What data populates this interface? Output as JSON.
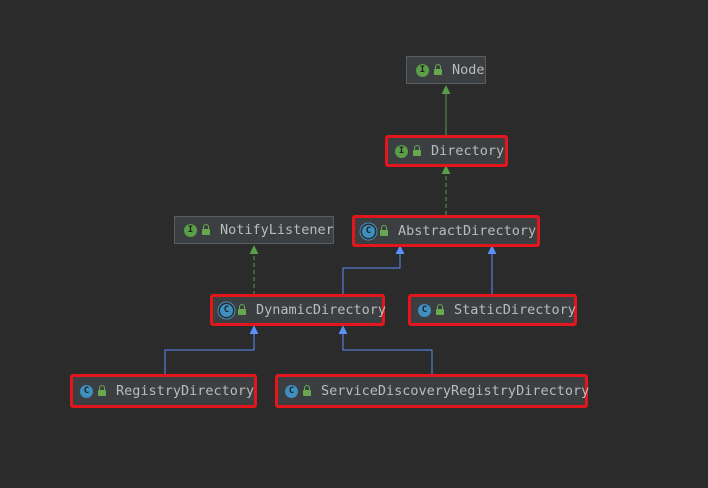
{
  "diagram": {
    "nodes": [
      {
        "id": "node",
        "label": "Node",
        "kind": "interface",
        "kind_letter": "I",
        "highlighted": false
      },
      {
        "id": "directory",
        "label": "Directory",
        "kind": "interface",
        "kind_letter": "I",
        "highlighted": true
      },
      {
        "id": "notify-listener",
        "label": "NotifyListener",
        "kind": "interface",
        "kind_letter": "I",
        "highlighted": false
      },
      {
        "id": "abstract-directory",
        "label": "AbstractDirectory",
        "kind": "abstract",
        "kind_letter": "C",
        "highlighted": true
      },
      {
        "id": "dynamic-directory",
        "label": "DynamicDirectory",
        "kind": "abstract",
        "kind_letter": "C",
        "highlighted": true
      },
      {
        "id": "static-directory",
        "label": "StaticDirectory",
        "kind": "class",
        "kind_letter": "C",
        "highlighted": true
      },
      {
        "id": "registry-directory",
        "label": "RegistryDirectory",
        "kind": "class",
        "kind_letter": "C",
        "highlighted": true
      },
      {
        "id": "service-discovery-registry-directory",
        "label": "ServiceDiscoveryRegistryDirectory",
        "kind": "class",
        "kind_letter": "C",
        "highlighted": true
      }
    ],
    "edges": [
      {
        "from": "directory",
        "to": "node",
        "type": "extends-interface"
      },
      {
        "from": "abstract-directory",
        "to": "directory",
        "type": "implements"
      },
      {
        "from": "dynamic-directory",
        "to": "notify-listener",
        "type": "implements"
      },
      {
        "from": "dynamic-directory",
        "to": "abstract-directory",
        "type": "extends"
      },
      {
        "from": "static-directory",
        "to": "abstract-directory",
        "type": "extends"
      },
      {
        "from": "registry-directory",
        "to": "dynamic-directory",
        "type": "extends"
      },
      {
        "from": "service-discovery-registry-directory",
        "to": "dynamic-directory",
        "type": "extends"
      }
    ],
    "colors": {
      "background": "#2b2b2b",
      "node_fill": "#3c3f41",
      "highlight_border": "#e5161b",
      "interface_edge": "#5a9e47",
      "class_edge": "#5b8ff9"
    }
  }
}
